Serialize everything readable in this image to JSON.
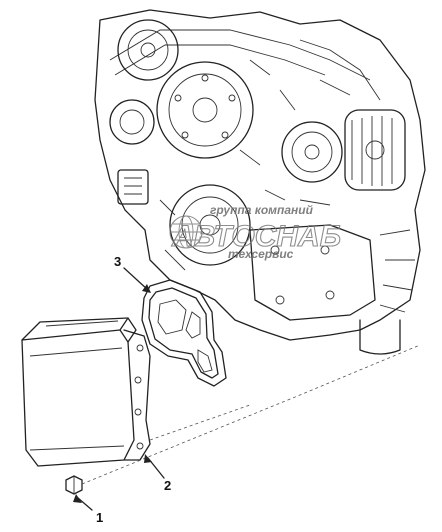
{
  "callouts": [
    {
      "number": "1",
      "part": "bolt"
    },
    {
      "number": "2",
      "part": "oil-cooler"
    },
    {
      "number": "3",
      "part": "gasket"
    }
  ],
  "watermark": {
    "line1": "группа компаний",
    "line2": "АВТОСНАБ",
    "line3": "техсервис"
  },
  "colors": {
    "line": "#222222",
    "background": "#ffffff",
    "watermark": "#7a7a7a"
  }
}
